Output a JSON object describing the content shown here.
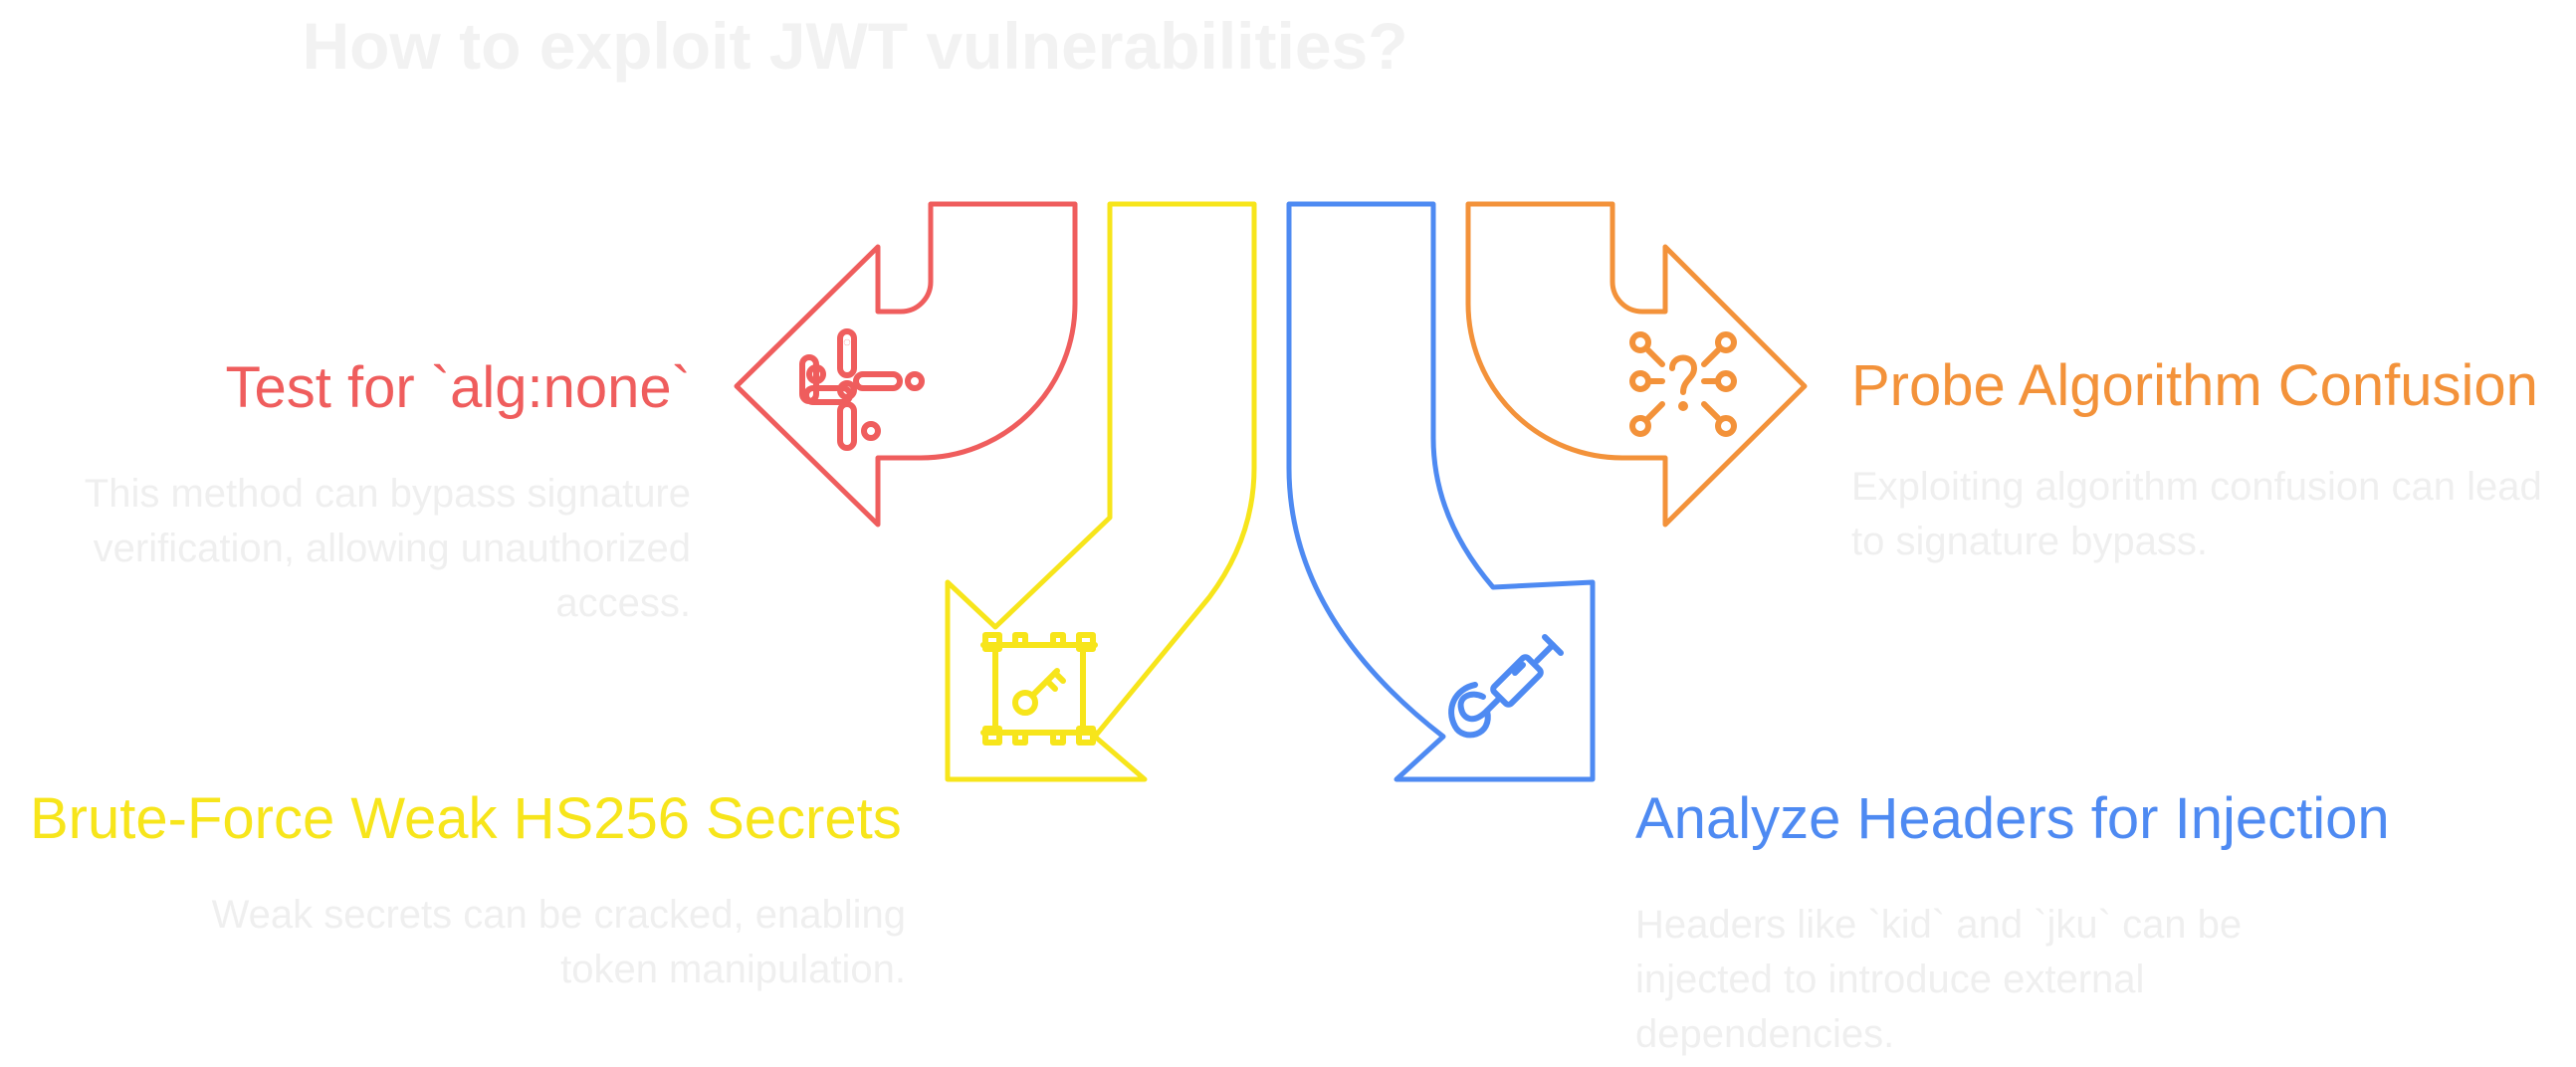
{
  "title": "How to exploit JWT vulnerabilities?",
  "colors": {
    "red": "#ef5d5d",
    "yellow": "#f7e51b",
    "blue": "#4e8af2",
    "orange": "#f3923a",
    "faint_text": "#efefef"
  },
  "steps": [
    {
      "label": "Test for `alg:none`",
      "description": "This method can bypass signature verification, allowing unauthorized access.",
      "icon": "slack-logo-icon",
      "color": "#ef5d5d"
    },
    {
      "label": "Brute-Force Weak HS256 Secrets",
      "description": "Weak secrets can be cracked, enabling token manipulation.",
      "icon": "key-chip-icon",
      "color": "#f7e51b"
    },
    {
      "label": "Analyze Headers for Injection",
      "description": "Headers like `kid` and `jku` can be injected to introduce external dependencies.",
      "icon": "syringe-icon",
      "color": "#4e8af2"
    },
    {
      "label": "Probe Algorithm Confusion",
      "description": "Exploiting algorithm confusion can lead to signature bypass.",
      "icon": "question-network-icon",
      "color": "#f3923a"
    }
  ]
}
